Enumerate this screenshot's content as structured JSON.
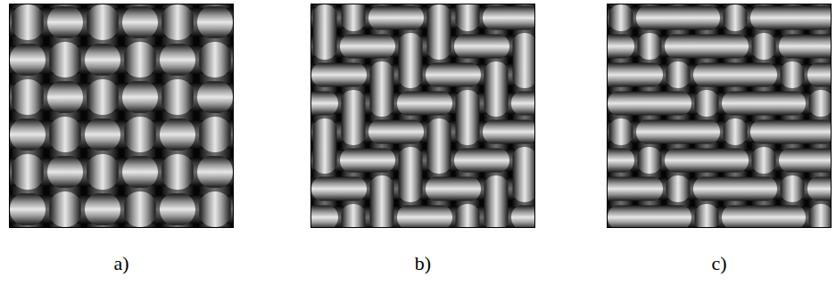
{
  "diagram": {
    "labels": [
      "a)",
      "b)",
      "c)"
    ]
  }
}
